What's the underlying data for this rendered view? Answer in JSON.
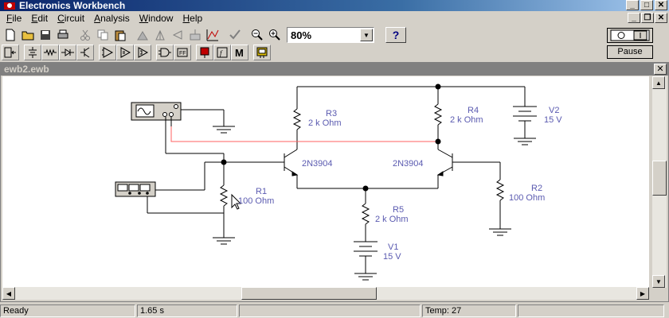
{
  "window": {
    "title": "Electronics Workbench"
  },
  "menu": {
    "items": [
      {
        "key": "F",
        "rest": "ile"
      },
      {
        "key": "E",
        "rest": "dit"
      },
      {
        "key": "C",
        "rest": "ircuit"
      },
      {
        "key": "A",
        "rest": "nalysis"
      },
      {
        "key": "W",
        "rest": "indow"
      },
      {
        "key": "H",
        "rest": "elp"
      }
    ]
  },
  "toolbar": {
    "zoom_value": "80%",
    "help_label": "?",
    "pause_label": "Pause"
  },
  "document": {
    "title": "ewb2.ewb"
  },
  "circuit": {
    "r1_name": "R1",
    "r1_value": "100 Ohm",
    "r2_name": "R2",
    "r2_value": "100  Ohm",
    "r3_name": "R3",
    "r3_value": "2 k Ohm",
    "r4_name": "R4",
    "r4_value": "2 k Ohm",
    "r5_name": "R5",
    "r5_value": "2 k Ohm",
    "v1_name": "V1",
    "v1_value": "15 V",
    "v2_name": "V2",
    "v2_value": "15 V",
    "q1_model": "2N3904",
    "q2_model": "2N3904"
  },
  "status": {
    "state": "Ready",
    "time": "1.65 s",
    "blank": "",
    "temp": "Temp: 27"
  }
}
